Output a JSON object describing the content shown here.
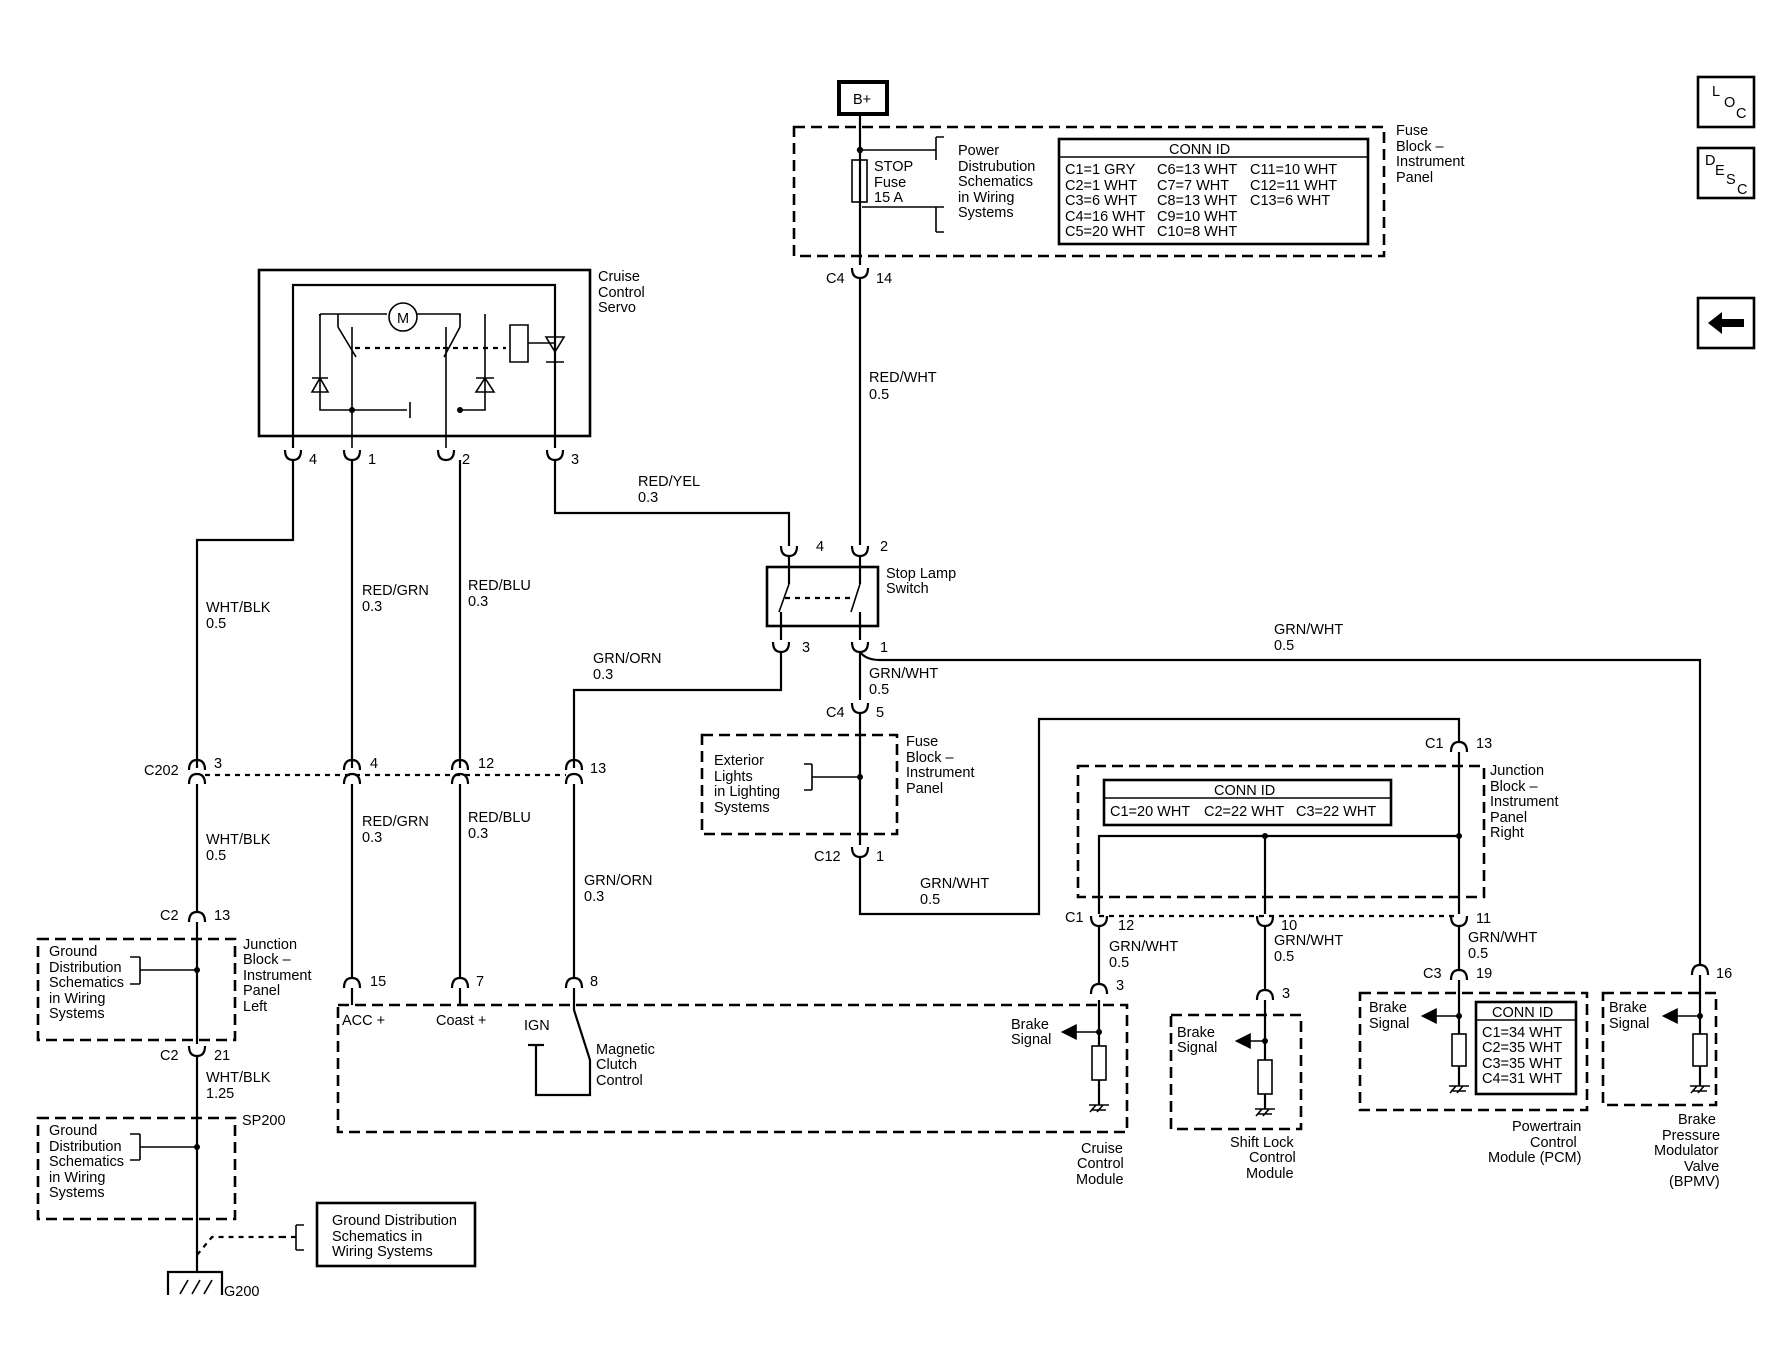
{
  "nav": {
    "loc": [
      "L",
      "O",
      "C"
    ],
    "desc": [
      "D",
      "E",
      "S",
      "C"
    ],
    "back": "back-arrow-icon"
  },
  "power": {
    "source": "B+"
  },
  "fuse_block_top": {
    "label": [
      "Fuse",
      "Block –",
      "Instrument",
      "Panel"
    ],
    "fuse": [
      "STOP",
      "Fuse",
      "15 A"
    ],
    "ref": [
      "Power",
      "Distrubution",
      "Schematics",
      "in Wiring",
      "Systems"
    ],
    "conn_title": "CONN ID",
    "conn_rows": [
      [
        "C1=1 GRY",
        "C6=13 WHT",
        "C11=10 WHT"
      ],
      [
        "C2=1 WHT",
        "C7=7 WHT",
        "C12=11 WHT"
      ],
      [
        "C3=6 WHT",
        "C8=13 WHT",
        "C13=6 WHT"
      ],
      [
        "C4=16 WHT",
        "C9=10 WHT",
        ""
      ],
      [
        "C5=20 WHT",
        "C10=8 WHT",
        ""
      ]
    ]
  },
  "servo": {
    "label": [
      "Cruise",
      "Control",
      "Servo"
    ],
    "motor": "M",
    "pins": [
      "4",
      "1",
      "2",
      "3"
    ]
  },
  "stop_lamp": {
    "label": [
      "Stop Lamp",
      "Switch"
    ],
    "pins": [
      "4",
      "2",
      "3",
      "1"
    ]
  },
  "connectors": {
    "c4_top": [
      "C4",
      "14"
    ],
    "c4_mid": [
      "C4",
      "5"
    ],
    "c12": [
      "C12",
      "1"
    ],
    "c202": [
      "C202",
      "3",
      "4",
      "12",
      "13"
    ],
    "c2_top": [
      "C2",
      "13"
    ],
    "c2_bot": [
      "C2",
      "21"
    ],
    "c1_13": [
      "C1",
      "13"
    ],
    "c1_row": [
      "C1",
      "12",
      "10",
      "11"
    ],
    "c3_19": [
      "C3",
      "19"
    ],
    "bpmv_pin": "16",
    "ccm_pins": [
      "15",
      "7",
      "8"
    ],
    "ccm_pin_brake": "3",
    "shift_pin": "3"
  },
  "wires": {
    "red_wht": [
      "RED/WHT",
      "0.5"
    ],
    "red_yel": [
      "RED/YEL",
      "0.3"
    ],
    "wht_blk_a": [
      "WHT/BLK",
      "0.5"
    ],
    "red_grn_a": [
      "RED/GRN",
      "0.3"
    ],
    "red_blu_a": [
      "RED/BLU",
      "0.3"
    ],
    "grn_orn_a": [
      "GRN/ORN",
      "0.3"
    ],
    "grn_wht_long": [
      "GRN/WHT",
      "0.5"
    ],
    "grn_wht_sw": [
      "GRN/WHT",
      "0.5"
    ],
    "wht_blk_b": [
      "WHT/BLK",
      "0.5"
    ],
    "red_grn_b": [
      "RED/GRN",
      "0.3"
    ],
    "red_blu_b": [
      "RED/BLU",
      "0.3"
    ],
    "grn_orn_b": [
      "GRN/ORN",
      "0.3"
    ],
    "grn_wht_low": [
      "GRN/WHT",
      "0.5"
    ],
    "grn_wht_ccm": [
      "GRN/WHT",
      "0.5"
    ],
    "grn_wht_shift": [
      "GRN/WHT",
      "0.5"
    ],
    "grn_wht_pcm": [
      "GRN/WHT",
      "0.5"
    ],
    "wht_blk_c": [
      "WHT/BLK",
      "1.25"
    ]
  },
  "fuse_block_mid": {
    "label": [
      "Fuse",
      "Block –",
      "Instrument",
      "Panel"
    ],
    "ref": [
      "Exterior",
      "Lights",
      "in Lighting",
      "Systems"
    ]
  },
  "junction_right": {
    "label": [
      "Junction",
      "Block –",
      "Instrument",
      "Panel",
      "Right"
    ],
    "conn_title": "CONN ID",
    "conn_row": [
      "C1=20 WHT",
      "C2=22 WHT",
      "C3=22 WHT"
    ]
  },
  "junction_left": {
    "label": [
      "Junction",
      "Block –",
      "Instrument",
      "Panel",
      "Left"
    ],
    "ref": [
      "Ground",
      "Distribution",
      "Schematics",
      "in Wiring",
      "Systems"
    ]
  },
  "sp200": {
    "label": "SP200",
    "ref": [
      "Ground",
      "Distribution",
      "Schematics",
      "in Wiring",
      "Systems"
    ]
  },
  "ground": {
    "label": "G200",
    "ref": [
      "Ground Distribution",
      "Schematics in",
      "Wiring Systems"
    ]
  },
  "ccm": {
    "acc": "ACC +",
    "coast": "Coast +",
    "ign": "IGN",
    "clutch": [
      "Magnetic",
      "Clutch",
      "Control"
    ],
    "brake": [
      "Brake",
      "Signal"
    ],
    "label": [
      "Cruise",
      "Control",
      "Module"
    ]
  },
  "shift_lock": {
    "brake": [
      "Brake",
      "Signal"
    ],
    "label": [
      "Shift Lock",
      "Control",
      "Module"
    ]
  },
  "pcm": {
    "brake": [
      "Brake",
      "Signal"
    ],
    "conn_title": "CONN ID",
    "conn_rows": [
      "C1=34 WHT",
      "C2=35 WHT",
      "C3=35 WHT",
      "C4=31 WHT"
    ],
    "label": [
      "Powertrain",
      "Control",
      "Module (PCM)"
    ]
  },
  "bpmv": {
    "brake": [
      "Brake",
      "Signal"
    ],
    "label": [
      "Brake",
      "Pressure",
      "Modulator",
      "Valve",
      "(BPMV)"
    ]
  }
}
